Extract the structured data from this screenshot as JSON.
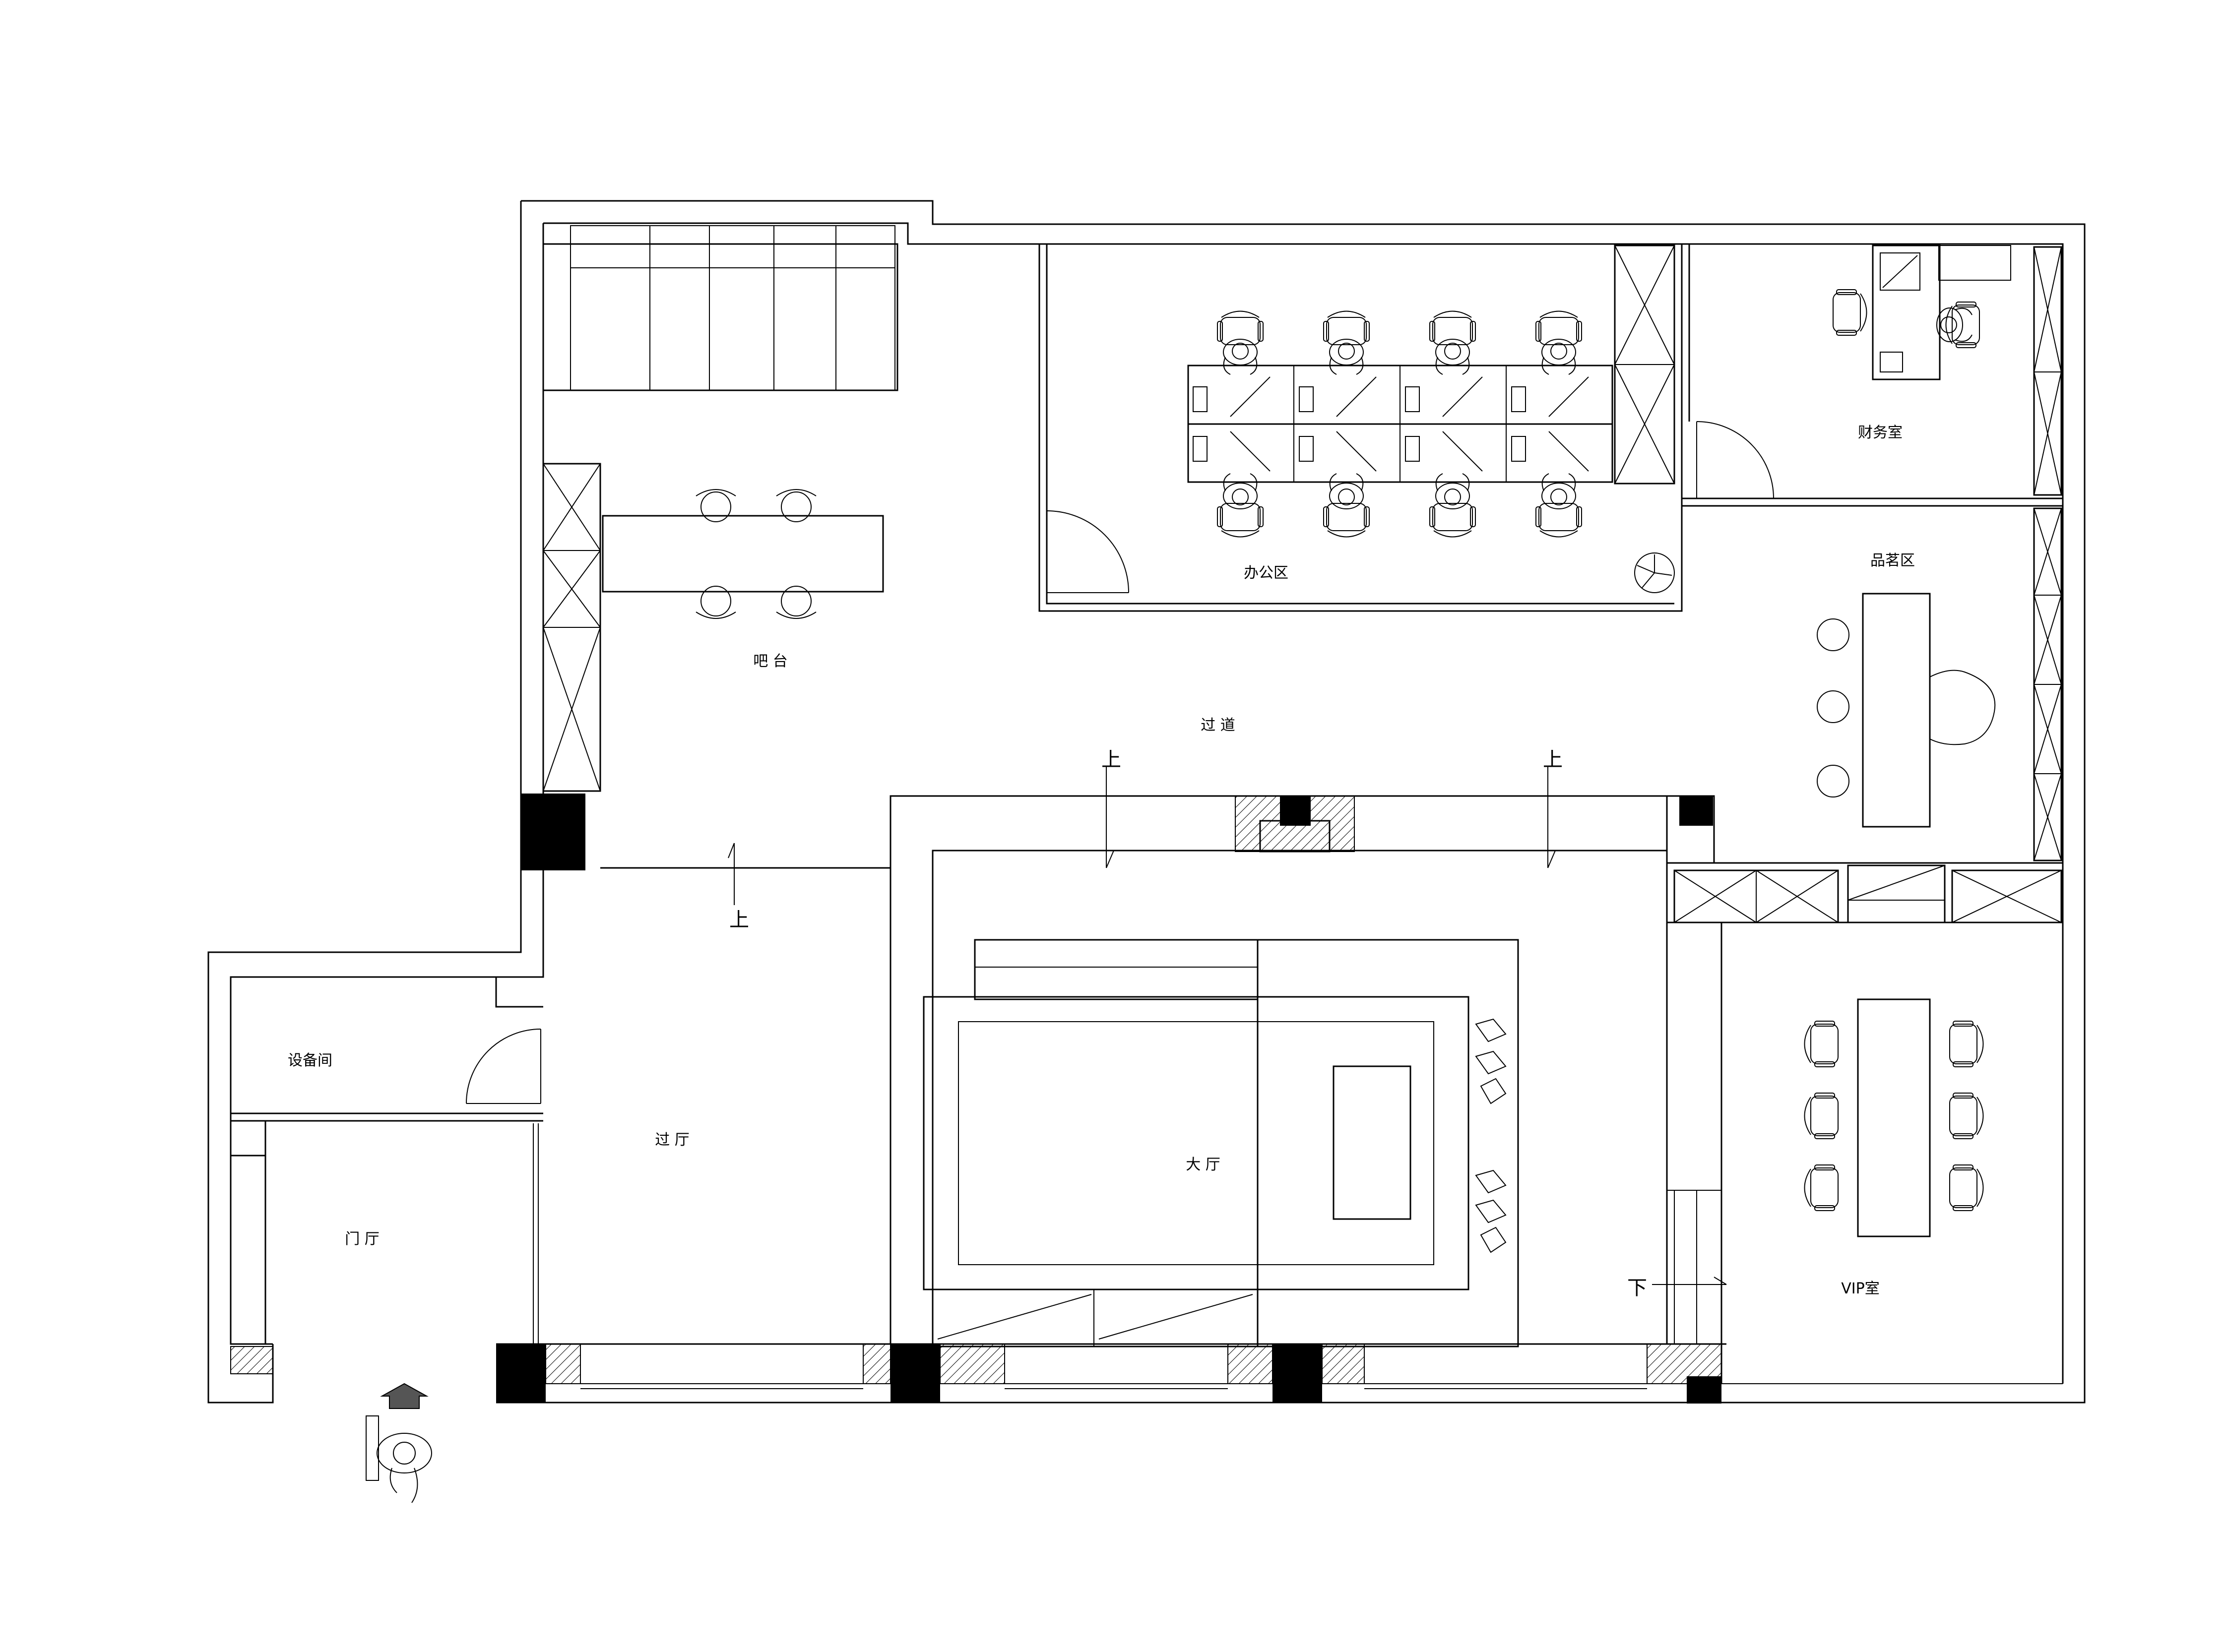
{
  "rooms": {
    "bar": "吧 台",
    "office": "办公区",
    "finance": "财务室",
    "tea": "品茗区",
    "corridor": "过 道",
    "equipment": "设备间",
    "passage_hall": "过 厅",
    "lobby": "大 厅",
    "entrance": "门 厅",
    "vip": "VIP室"
  },
  "markers": {
    "up": "上",
    "down": "下"
  }
}
